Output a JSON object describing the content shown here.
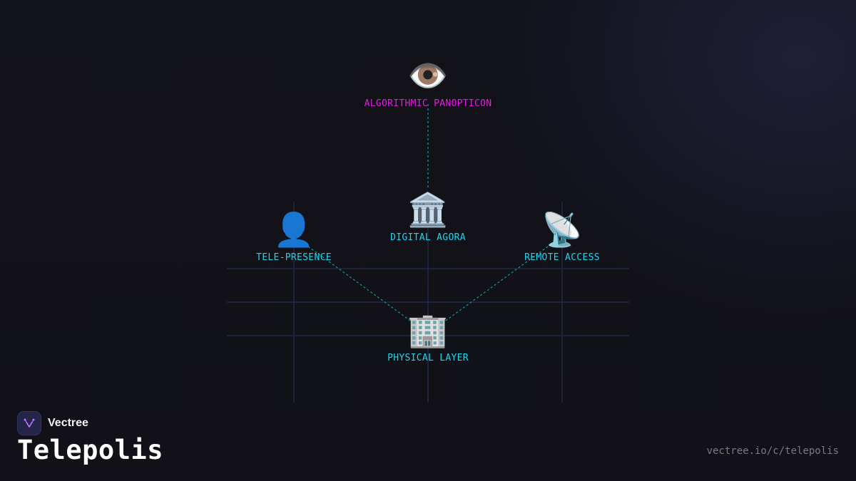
{
  "diagram": {
    "colors": {
      "accent": "#22d3ee",
      "highlight": "#e11de1",
      "grid": "#1f2a44",
      "connector": "#1aa7b8"
    },
    "nodes": {
      "panopticon": {
        "icon": "👁️",
        "icon_name": "eye-icon",
        "label": "ALGORITHMIC PANOPTICON"
      },
      "agora": {
        "icon": "🏛️",
        "icon_name": "classical-building-icon",
        "label": "DIGITAL AGORA"
      },
      "telepresence": {
        "icon": "👤",
        "icon_name": "person-silhouette-icon",
        "label": "TELE-PRESENCE"
      },
      "remote": {
        "icon": "📡",
        "icon_name": "satellite-dish-icon",
        "label": "REMOTE ACCESS"
      },
      "physical": {
        "icon": "🏢",
        "icon_name": "office-building-icon",
        "label": "PHYSICAL LAYER"
      }
    }
  },
  "footer": {
    "brand_name": "Vectree",
    "title": "Telepolis",
    "url": "vectree.io/c/telepolis"
  }
}
